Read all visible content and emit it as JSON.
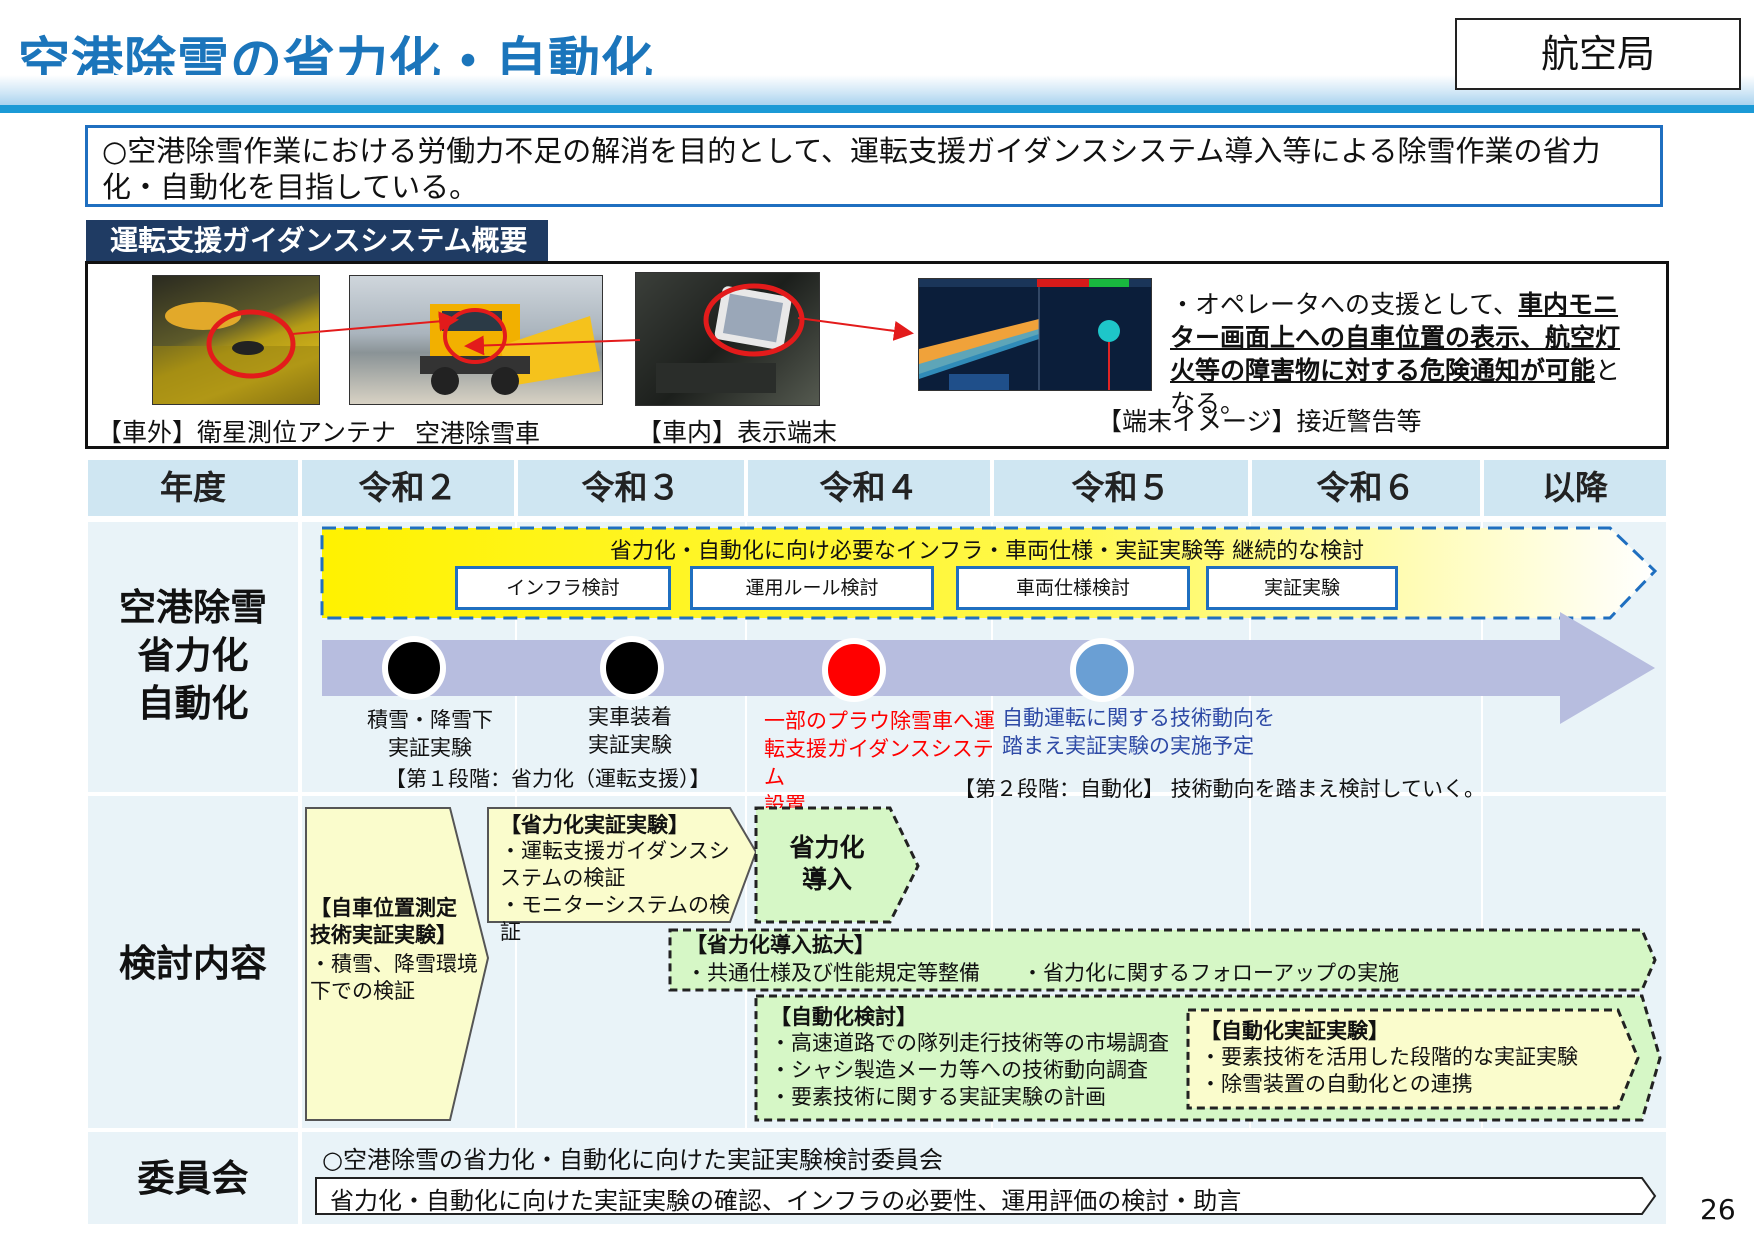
{
  "header": {
    "title": "空港除雪の省力化・自動化",
    "agency": "航空局"
  },
  "intro": "○空港除雪作業における労働力不足の解消を目的として、運転支援ガイダンスシステム導入等による除雪作業の省力化・自動化を目指している。",
  "overview": {
    "section_title": "運転支援ガイダンスシステム概要",
    "captions": {
      "antenna": "【車外】衛星測位アンテナ",
      "vehicle": "空港除雪車",
      "terminal": "【車内】表示端末",
      "screen": "【端末イメージ】接近警告等"
    },
    "description": {
      "prefix": "・オペレータへの支援として、",
      "bold": "車内モニター画面上への自車位置の表示、航空灯火等の障害物に対する危険通知が可能",
      "suffix": "となる。"
    }
  },
  "timeline": {
    "headers": [
      "年度",
      "令和２",
      "令和３",
      "令和４",
      "令和５",
      "令和６",
      "以降"
    ]
  },
  "row1": {
    "label": "空港除雪\n省力化\n自動化",
    "banner": "省力化・自動化に向け必要なインフラ・車両仕様・実証実験等 継続的な検討",
    "boxes": [
      "インフラ検討",
      "運用ルール検討",
      "車両仕様検討",
      "実証実験"
    ],
    "milestones": [
      {
        "text": "積雪・降雪下\n実証実験",
        "color": "#000000"
      },
      {
        "text": "実車装着\n実証実験",
        "color": "#000000"
      },
      {
        "text": "一部のプラウ除雪車へ運\n転支援ガイダンスシステム\n設置",
        "color": "#ff0000"
      },
      {
        "text": "自動運転に関する技術動向を\n踏まえ実証実験の実施予定",
        "color": "#6a9fd4"
      }
    ],
    "phase1": "【第１段階：省力化（運転支援）】",
    "phase2": "【第２段階：自動化】 技術動向を踏まえ検討していく。"
  },
  "row2": {
    "label": "検討内容",
    "test_title": "【自車位置測定\n技術実証実験】",
    "test_body": "・積雪、降雪環境\n下での検証",
    "demo_title": "【省力化実証実験】",
    "demo_body": "・運転支援ガイダンスシ\nステムの検証\n・モニターシステムの検証",
    "intro_box": "省力化\n導入",
    "expand_title": "【省力化導入拡大】",
    "expand_body": "・共通仕様及び性能規定等整備　　・省力化に関するフォローアップの実施",
    "auto_title": "【自動化検討】",
    "auto_body": "・高速道路での隊列走行技術等の市場調査\n・シャシ製造メーカ等への技術動向調査\n・要素技術に関する実証実験の計画",
    "autodemo_title": "【自動化実証実験】",
    "autodemo_body": "・要素技術を活用した段階的な実証実験\n・除雪装置の自動化との連携"
  },
  "row3": {
    "label": "委員会",
    "committee": "○空港除雪の省力化・自動化に向けた実証実験検討委員会",
    "task": "省力化・自動化に向けた実証実験の確認、インフラの必要性、運用評価の検討・助言"
  },
  "page_number": "26",
  "colors": {
    "accent": "#1b75bb",
    "banner_yellow": "#fff200",
    "green": "#d6f7c6",
    "light_yellow": "#fafccc",
    "arrow": "#b7bddf"
  }
}
